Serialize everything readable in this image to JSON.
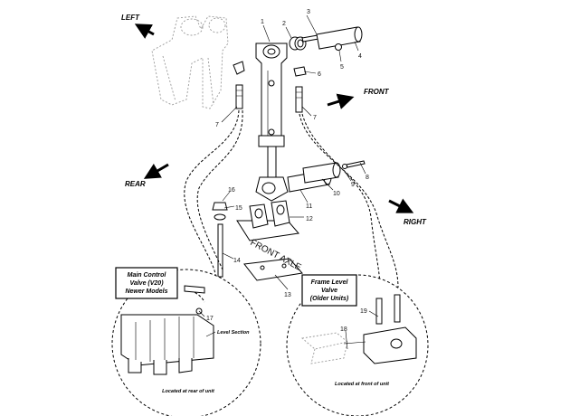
{
  "directions": {
    "left": "LEFT",
    "front": "FRONT",
    "rear": "REAR",
    "right": "RIGHT"
  },
  "axle_label": "FRONT AXLE",
  "callouts": {
    "n1": "1",
    "n2": "2",
    "n3": "3",
    "n4": "4",
    "n5": "5",
    "n6": "6",
    "n7a": "7",
    "n7b": "7",
    "n8": "8",
    "n9": "9",
    "n10": "10",
    "n11": "11",
    "n12": "12",
    "n13": "13",
    "n14": "14",
    "n15": "15",
    "n16": "16",
    "n17": "17",
    "n18": "18",
    "n19": "19"
  },
  "main_valve_box": {
    "line1": "Main Control",
    "line2": "Valve (V20)",
    "line3": "Newer Models"
  },
  "level_section": "Level Section",
  "rear_location": "Located at rear of unit",
  "frame_valve_box": {
    "line1": "Frame Level",
    "line2": "Valve",
    "line3": "(Older Units)"
  },
  "front_location": "Located at front of unit"
}
